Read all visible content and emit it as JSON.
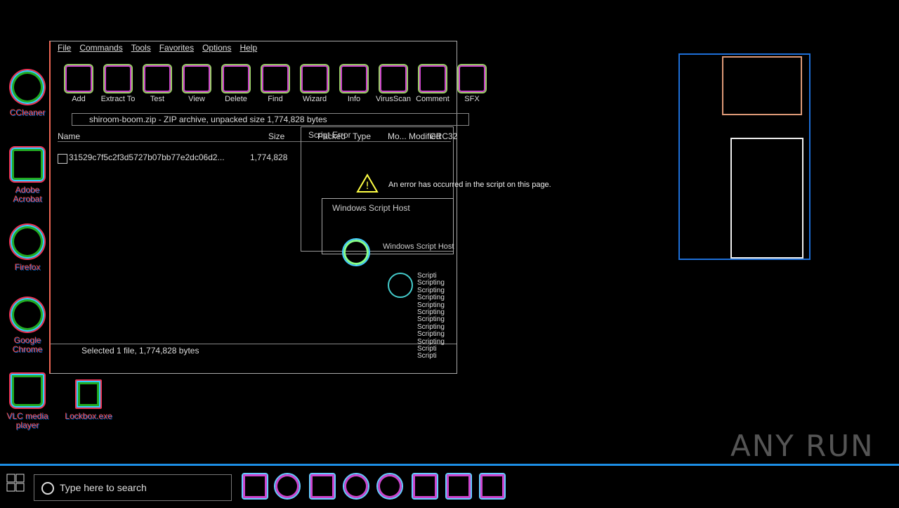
{
  "desktop": {
    "icons": [
      {
        "label": "CCleaner",
        "icon": "ccleaner-icon"
      },
      {
        "label": "Adobe Acrobat",
        "icon": "acrobat-icon"
      },
      {
        "label": "Firefox",
        "icon": "firefox-icon"
      },
      {
        "label": "Google Chrome",
        "icon": "chrome-icon"
      },
      {
        "label": "VLC media player",
        "icon": "vlc-icon"
      }
    ],
    "file_icon_label": "Lockbox.exe"
  },
  "winrar": {
    "menu": [
      "File",
      "Commands",
      "Tools",
      "Favorites",
      "Options",
      "Help"
    ],
    "toolbar": [
      "Add",
      "Extract To",
      "Test",
      "View",
      "Delete",
      "Find",
      "Wizard",
      "Info",
      "VirusScan",
      "Comment",
      "SFX"
    ],
    "address": "shiroom-boom.zip - ZIP archive, unpacked size 1,774,828 bytes",
    "columns": {
      "name": "Name",
      "size": "Size",
      "packed": "Packed",
      "type": "Type",
      "modified": "Mo... Modified",
      "crc": "CRC32"
    },
    "file": {
      "name": "31529c7f5c2f3d5727b07bb77e2dc06d2...",
      "size": "1,774,828"
    },
    "status": "Selected 1 file, 1,774,828 bytes"
  },
  "script_error": {
    "title": "Script Error",
    "message": "An error has occurred in the script on this page."
  },
  "wsh": {
    "title": "Windows Script Host",
    "subtitle": "Windows Script Host"
  },
  "process_list": [
    "Scripti",
    "Scripting",
    "Scripting",
    "Scripting",
    "Scripting",
    "Scripting",
    "Scripting",
    "Scripting",
    "Scripting",
    "Scripting",
    "Scripti",
    "Scripti"
  ],
  "taskbar": {
    "search_placeholder": "Type here to search"
  },
  "watermark": "ANY RUN"
}
